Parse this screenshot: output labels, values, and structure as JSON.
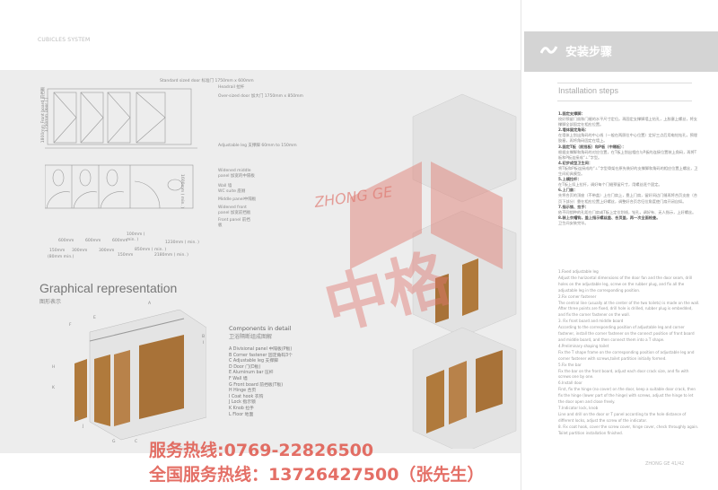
{
  "left": {
    "series": "CUBICLES SYSTEM",
    "elevation_labels": [
      "Standard sized door 标准门 1750mm x 600mm",
      "Headrail 拉杆",
      "Over-sized door 加大门 1750mm x 850mm",
      "Adjustable leg 支撑脚 60mm to 150mm",
      "1800mm Front board 前挡板",
      "1750mm Door 门"
    ],
    "plan_labels": [
      "Widened middle panel 加宽的中隔板",
      "Wall 墙",
      "WC suite 座厕",
      "Middle panel中隔板",
      "Widened front panel 加宽前挡板",
      "Front panel 前挡板",
      "1600mm ( min. )"
    ],
    "dims": [
      "600mm",
      "600mm",
      "600mm",
      "150mm",
      "300mm",
      "300mm",
      "(80mm min.)",
      "100mm ( min. )",
      "850mm ( min. )",
      "150mm",
      "1230mm ( min. )",
      "2180mm ( min. )"
    ],
    "graph_title": "Graphical representation",
    "graph_sub": "图形表示",
    "components_title": "Components in detail",
    "components_sub": "卫浴隔断组成图解",
    "components": [
      "A  Divisional panel 中隔板(P板)",
      "B  Corner fastener  固定角码3个",
      "C  Adjustable leg 支撑脚",
      "D  Door 门(D板)",
      "E  Aluminum bar 压杆",
      "F  Wall 墙",
      "G  Front board 前挡板(T板)",
      "H  Hinge 合页",
      "I   Coat hook 衣钩",
      "J  Lock 指示锁",
      "K  Knob 拉手",
      "L  Floor 地面"
    ],
    "letters": [
      "A",
      "B",
      "C",
      "D",
      "E",
      "F",
      "G",
      "H",
      "I",
      "J",
      "K",
      "L"
    ]
  },
  "right": {
    "title": "安装步骤",
    "subtitle": "Installation steps",
    "steps_cn": [
      {
        "h": "1.固定支撑脚：",
        "t": "校好预留门扇和门缝的水平尺寸定位。再固定支撑脚墙上钻孔，上胶塞上螺丝，将支撑脚全部固定在相应位置。"
      },
      {
        "h": "2.墙体固定角码：",
        "t": "在墙体上划出角码的中心线（一般在两厕位中心位置）定好三点后用电钻钻孔，预埋胶塞，再将角码固定在墙上。"
      },
      {
        "h": "3.固定T板（前挡板）和P板（中隔板）：",
        "t": "根据支撑脚和角码的对应位置，在T板上划出相应与P板的连接位置装上角码，再将T板和P板连接成“⊥”字型。"
      },
      {
        "h": "4.初步成型卫生间：",
        "t": "将T板和P板连接成的“⊥”字型骨架在原先装好的支撑脚和角码的相应位置上螺丝，卫生间初具模型。"
      },
      {
        "h": "5.上横拉杆：",
        "t": "在T板上扣上拉杆，调好每个门缝预留尺寸，用螺丝逐个固定。"
      },
      {
        "h": "6.上门扇：",
        "t": "先将合页的顶座（不带盖）上在门扇上，靠上门扇，留好间边门缝再将合页支座（合页下部分）靠在相应位置上好螺丝，调整好合页芯归位角度使门扇开闭自如。"
      },
      {
        "h": "7.指示锁、拉手：",
        "t": "依不同锁种的孔距在门扇或T板上定位划线，钻孔，调好有、无人指示，上好螺丝。"
      },
      {
        "h": "8.装上衣帽钩，盖上指示螺丝盖、合页盖，再一次全面检查。",
        "t": "卫生间安装完毕。"
      }
    ],
    "steps_en": [
      "1.Fixed adjustable leg",
      "Adjust the horizontal dimensions of the door fan and the door seam, drill holes on the adjustable leg, screw on the rubber plug, and fix all the adjustable leg in the corresponding position.",
      "2.Fix corner fastener",
      "The central line (usually at the center of the two toilets) is made on the wall. After three points are fixed, drill hole is drilled, rubber plug is embedded, and fix the corner fastener on the wall.",
      "3. Fix front board and middle board",
      "According to the corresponding position of adjustable leg and corner fastener, install the corner fastener on the connect position of front board and middle board, and then connect them into a T shape.",
      "4.Preliminary shaping toilet",
      "Fix the T shape frame on the corresponding position of adjustable leg and corner fastener with screws,toilet partition initially formed.",
      "5.Fix the bar",
      "Fix the bar on the front board, adjust each door crack size, and fix with screws one by one.",
      "6.Install door",
      "First, fix the hinge (no cover) on the door, keep a suitable door crack, then fix the hinge (lower part of the hinge) with screws, adjust the hinge to let the door open and close freely.",
      "7.Indicator lock, knob",
      "Line and drill on the door or T panel according to the hole distance of different locks, adjust the screw of the indicator.",
      "8. Fix coat hook, cover the screw cover, hinge cover, check throughly again. Toilet partition installation finished."
    ],
    "page": "ZHONG GE    41/42"
  },
  "watermark": {
    "en": "ZHONG GE",
    "cn": "中格"
  },
  "phones": [
    "服务热线:0769-22826500",
    "全国服务热线：13726427500（张先生）"
  ],
  "colors": {
    "accent": "#e0574c",
    "header": "#d4d4d4",
    "panel": "#b07a3c"
  }
}
